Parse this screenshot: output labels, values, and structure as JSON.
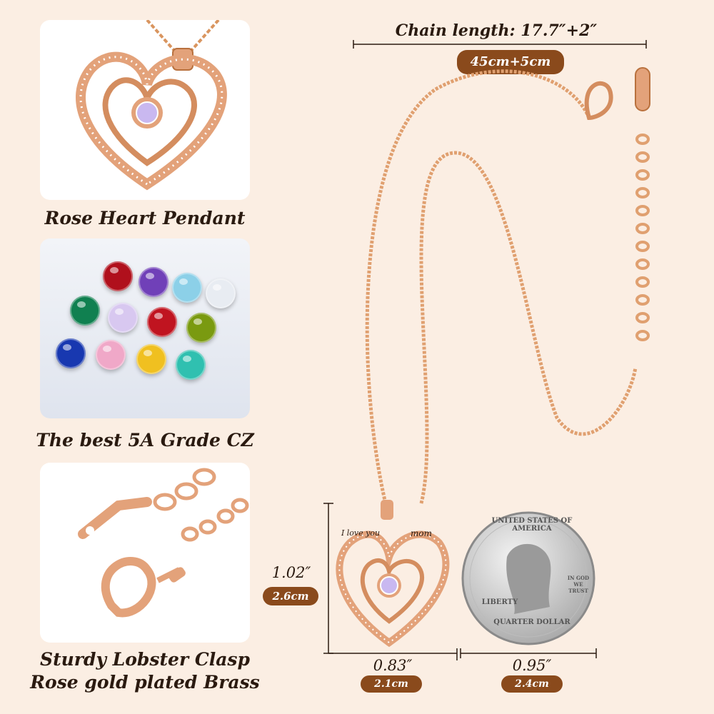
{
  "captions": {
    "pendant": "Rose Heart Pendant",
    "cz": "The best 5A Grade CZ",
    "clasp_line1": "Sturdy Lobster Clasp",
    "clasp_line2": "Rose gold plated Brass"
  },
  "chain": {
    "label": "Chain length: 17.7″+2″",
    "metric": "45cm+5cm"
  },
  "pendant_size": {
    "height_in": "1.02″",
    "height_cm": "2.6cm",
    "width_in": "0.83″",
    "width_cm": "2.1cm"
  },
  "coin_size": {
    "width_in": "0.95″",
    "width_cm": "2.4cm"
  },
  "engraving": {
    "left": "I love you",
    "right": "mom"
  },
  "coin": {
    "top": "UNITED STATES OF AMERICA",
    "bottom": "QUARTER DOLLAR",
    "left": "LIBERTY",
    "motto": "IN GOD WE TRUST"
  },
  "colors": {
    "background": "#fbeee3",
    "pill": "#8a4a1c",
    "rose_gold": "#e3a27a",
    "stone": "#c9b8f0"
  },
  "gems": [
    {
      "name": "garnet-gem",
      "color": "#b0101c"
    },
    {
      "name": "amethyst-gem",
      "color": "#7040b8"
    },
    {
      "name": "aquamarine-gem",
      "color": "#8cd0e8"
    },
    {
      "name": "diamond-gem",
      "color": "#e8ecf2"
    },
    {
      "name": "emerald-gem",
      "color": "#108050"
    },
    {
      "name": "alexandrite-gem",
      "color": "#d8c8f0"
    },
    {
      "name": "ruby-gem",
      "color": "#c01420"
    },
    {
      "name": "peridot-gem",
      "color": "#7a9a10"
    },
    {
      "name": "sapphire-gem",
      "color": "#1838b0"
    },
    {
      "name": "pink-tourmaline-gem",
      "color": "#f0a8c8"
    },
    {
      "name": "citrine-gem",
      "color": "#f0c020"
    },
    {
      "name": "blue-zircon-gem",
      "color": "#30c0b0"
    }
  ]
}
